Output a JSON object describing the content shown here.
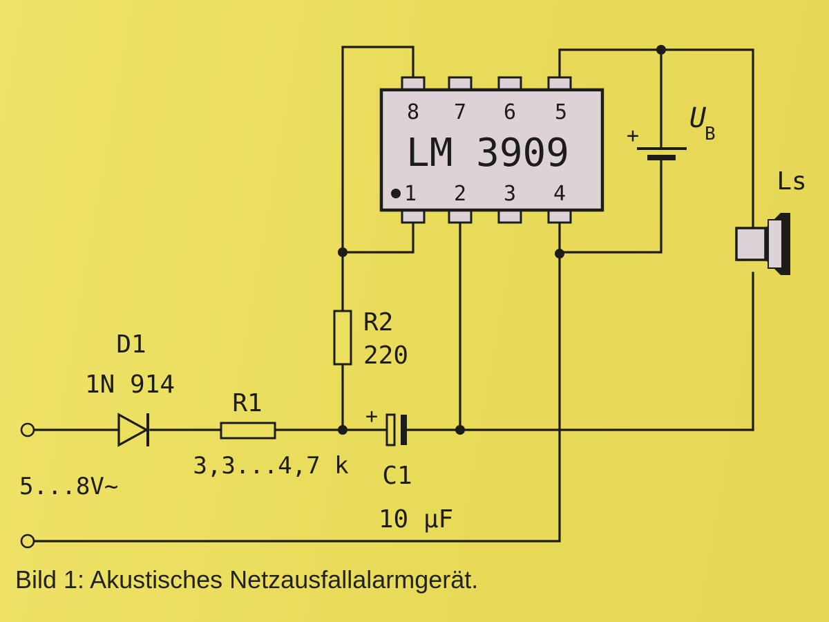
{
  "colors": {
    "background": "#ecdf5f",
    "ink": "#1c1c18",
    "ic_fill": "#ddd2d8",
    "ic_stroke": "#1c1c18"
  },
  "ic": {
    "name": "LM 3909",
    "pin_top": [
      "8",
      "7",
      "6",
      "5"
    ],
    "pin_bottom": [
      "1",
      "2",
      "3",
      "4"
    ]
  },
  "components": {
    "d1": {
      "ref": "D1",
      "value": "1N 914"
    },
    "r1": {
      "ref": "R1",
      "value": "3,3...4,7 k"
    },
    "r2": {
      "ref": "R2",
      "value": "220"
    },
    "c1": {
      "ref": "C1",
      "value": "10 µF",
      "polarity": "+"
    },
    "battery": {
      "polarity": "+",
      "label_main": "U",
      "label_sub": "B"
    },
    "speaker": {
      "ref": "Ls"
    }
  },
  "input": {
    "voltage": "5...8V~"
  },
  "caption": "Bild 1: Akustisches Netzausfallalarmgerät."
}
